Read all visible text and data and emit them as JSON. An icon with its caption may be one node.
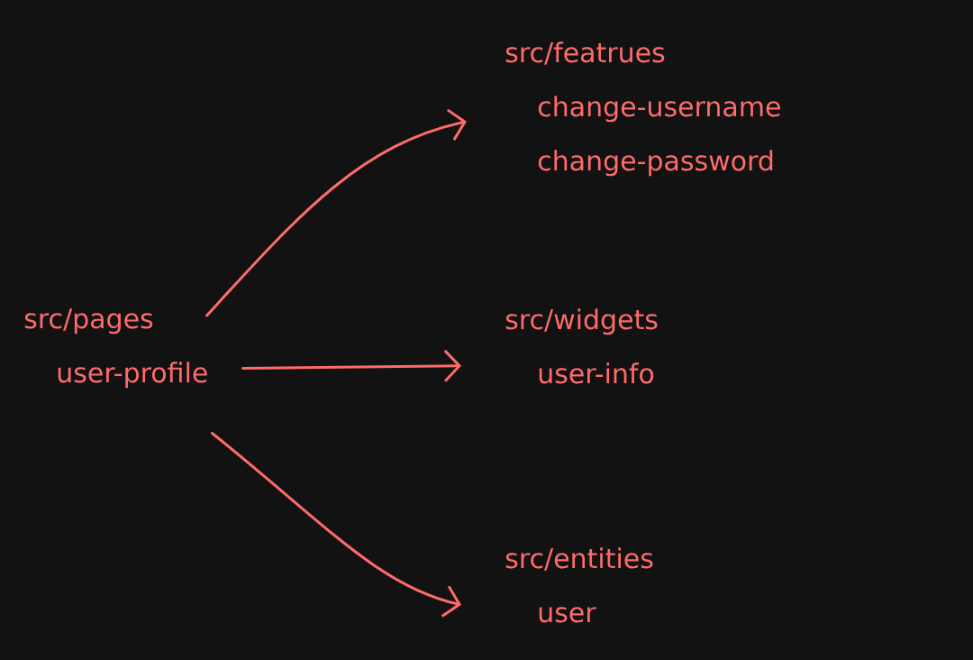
{
  "diagram": {
    "nodes": [
      {
        "text": [
          "src/pages",
          "user-profile"
        ]
      },
      {
        "text": [
          "src/featrues",
          "change-username",
          "change-password"
        ]
      },
      {
        "text": [
          "src/widgets",
          "user-info"
        ]
      },
      {
        "text": [
          "src/entities",
          "user"
        ]
      }
    ],
    "edges": [
      {
        "from": 0,
        "to": 1,
        "arrow": "to"
      },
      {
        "from": 0,
        "to": 2,
        "arrow": "to"
      },
      {
        "from": 0,
        "to": 3,
        "arrow": "to"
      }
    ]
  }
}
